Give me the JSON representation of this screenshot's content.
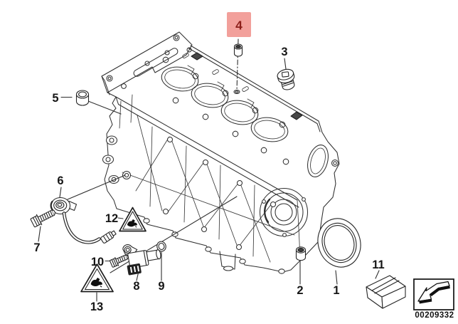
{
  "diagram": {
    "kind": "exploded-parts-diagram",
    "subject": "engine-block"
  },
  "colors": {
    "highlight_bg": "#f2a09b",
    "highlight_fg": "#8c1e19",
    "line": "#2f2f2f",
    "label": "#161616"
  },
  "callouts": [
    {
      "label": "1",
      "highlighted": false
    },
    {
      "label": "2",
      "highlighted": false
    },
    {
      "label": "3",
      "highlighted": false
    },
    {
      "label": "4",
      "highlighted": true
    },
    {
      "label": "5",
      "highlighted": false
    },
    {
      "label": "6",
      "highlighted": false
    },
    {
      "label": "7",
      "highlighted": false
    },
    {
      "label": "8",
      "highlighted": false
    },
    {
      "label": "9",
      "highlighted": false
    },
    {
      "label": "10",
      "highlighted": false
    },
    {
      "label": "11",
      "highlighted": false
    },
    {
      "label": "12",
      "highlighted": false
    },
    {
      "label": "13",
      "highlighted": false
    }
  ],
  "stamp": {
    "part_number": "00209332"
  },
  "icons": {
    "warning_triangle": "warning-triangle",
    "direction_arrow": "direction-arrow-bottom-left"
  }
}
